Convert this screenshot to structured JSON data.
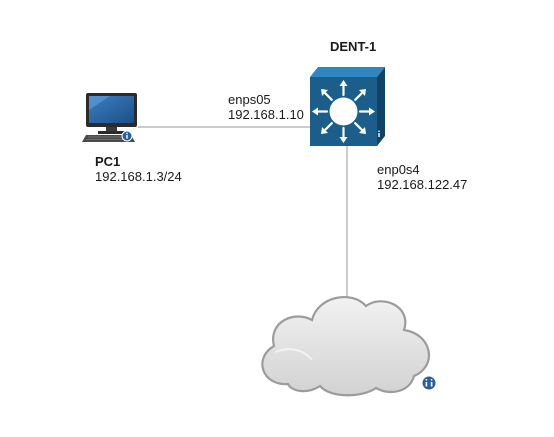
{
  "nodes": {
    "switch": {
      "name": "DENT-1",
      "icon": "switch-icon",
      "color": "#1b5e8c"
    },
    "pc": {
      "name": "PC1",
      "address": "192.168.1.3/24",
      "icon": "desktop-computer-icon"
    },
    "cloud": {
      "icon": "cloud-icon"
    }
  },
  "links": {
    "pc_to_switch": {
      "interface": "enps05",
      "address": "192.168.1.10"
    },
    "switch_to_cloud": {
      "interface": "enp0s4",
      "address": "192.168.122.47"
    }
  },
  "colors": {
    "link": "#9a9a9a",
    "switch_face": "#1b5e8c",
    "switch_top": "#2f86c1",
    "switch_side": "#124366",
    "badge": "#2a5f9e",
    "cloud_fill": "#e4e4e4",
    "cloud_stroke": "#9c9c9c"
  }
}
